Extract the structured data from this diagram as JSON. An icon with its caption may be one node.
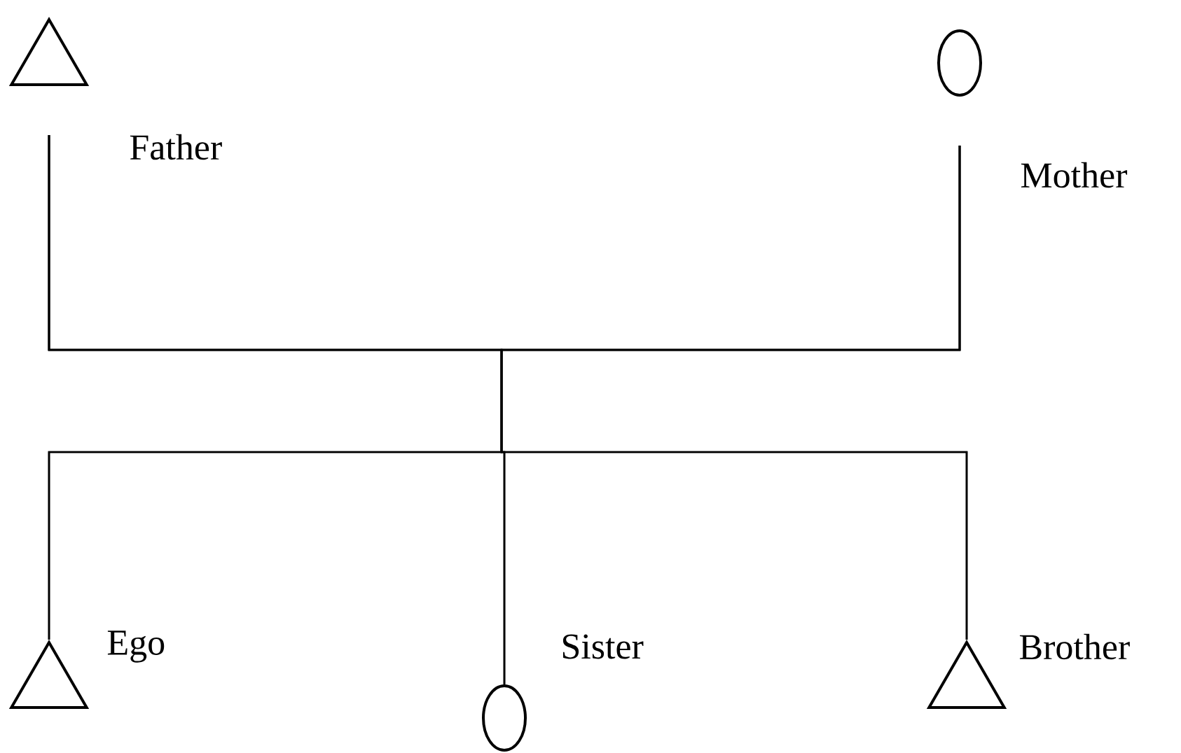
{
  "diagram": {
    "nodes": [
      {
        "text": [],
        "shape": "triangle",
        "beside": [
          "Father"
        ]
      },
      {
        "text": [],
        "shape": "ellipse",
        "beside": [
          "Mother"
        ]
      },
      {
        "text": [],
        "shape": "triangle",
        "beside": [
          "Ego"
        ]
      },
      {
        "text": [],
        "shape": "ellipse",
        "beside": [
          "Sister"
        ]
      },
      {
        "text": [],
        "shape": "triangle",
        "beside": [
          "Brother"
        ]
      }
    ],
    "edges": [
      {
        "from": 0,
        "to": 1,
        "arrow": "none"
      },
      {
        "from": 0,
        "to": 2,
        "arrow": "none"
      },
      {
        "from": 0,
        "to": 3,
        "arrow": "none"
      },
      {
        "from": 0,
        "to": 4,
        "arrow": "none"
      },
      {
        "from": 1,
        "to": 2,
        "arrow": "none"
      },
      {
        "from": 1,
        "to": 3,
        "arrow": "none"
      },
      {
        "from": 1,
        "to": 4,
        "arrow": "none"
      }
    ]
  }
}
